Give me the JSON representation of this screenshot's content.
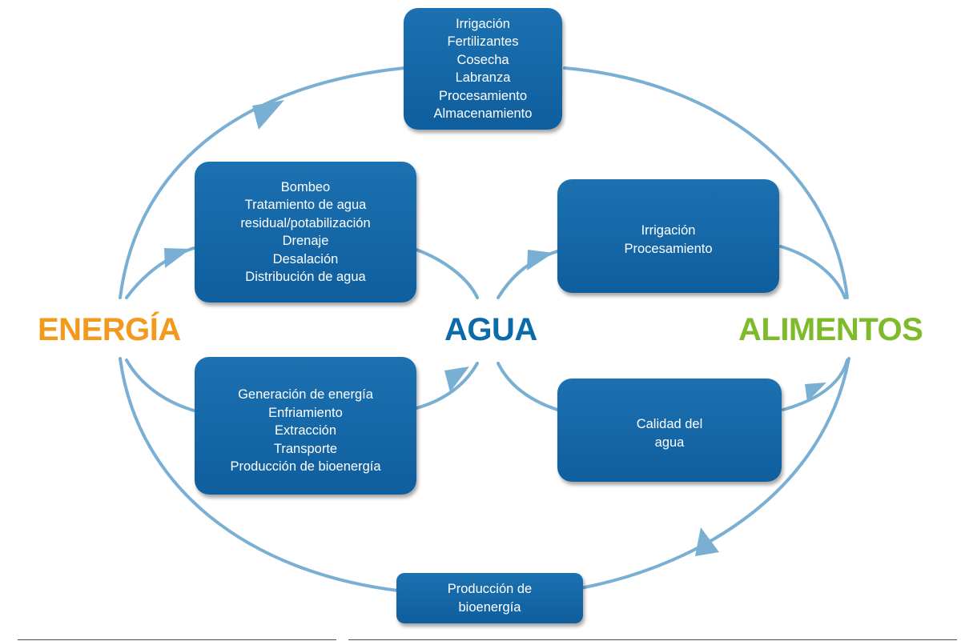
{
  "labels": {
    "energia": "ENERGÍA",
    "agua": "AGUA",
    "alimentos": "ALIMENTOS"
  },
  "boxes": {
    "top": [
      "Irrigación",
      "Fertilizantes",
      "Cosecha",
      "Labranza",
      "Procesamiento",
      "Almacenamiento"
    ],
    "agua_energia": [
      "Bombeo",
      "Tratamiento de agua",
      "residual/potabilización",
      "Drenaje",
      "Desalación",
      "Distribución de agua"
    ],
    "energia_agua": [
      "Generación de energía",
      "Enfriamiento",
      "Extracción",
      "Transporte",
      "Producción de bioenergía"
    ],
    "agua_alimentos": [
      "Irrigación",
      "Procesamiento"
    ],
    "alimentos_agua": [
      "Calidad del",
      "agua"
    ],
    "bottom": [
      "Producción de",
      "bioenergía"
    ]
  },
  "colors": {
    "box": "#1066a8",
    "arrow": "#7aafd4",
    "energia": "#f39a1e",
    "agua": "#0b6aaa",
    "alimentos": "#7dbb2a",
    "text": "#ffffff"
  }
}
